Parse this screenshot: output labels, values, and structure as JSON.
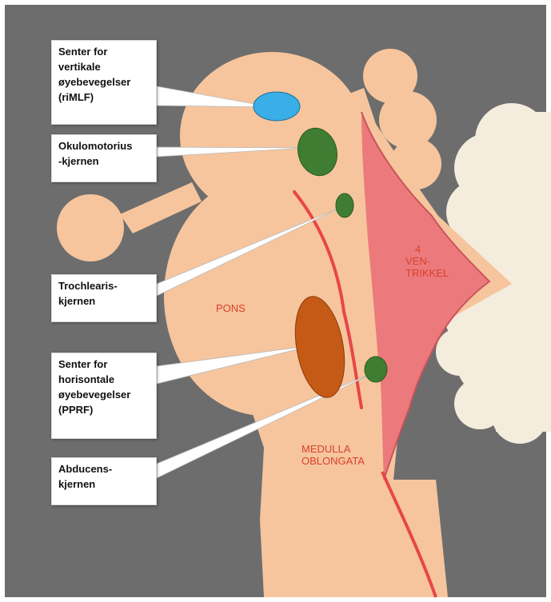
{
  "callouts": {
    "rimlf": [
      "Senter for",
      "vertikale",
      "øyebevegelser",
      "(riMLF)"
    ],
    "okulomotorius": [
      "Okulomotorius",
      "-kjernen"
    ],
    "trochlearis": [
      "Trochlearis-",
      "kjernen"
    ],
    "pprf": [
      "Senter for",
      "horisontale",
      "øyebevegelser",
      "(PPRF)"
    ],
    "abducens": [
      "Abducens-",
      "kjernen"
    ]
  },
  "regions": {
    "pons": "PONS",
    "medulla": [
      "MEDULLA",
      "OBLONGATA"
    ],
    "ventricle": [
      "4",
      "VEN-",
      "TRIKKEL"
    ]
  },
  "colors": {
    "background": "#6d6d6d",
    "brainstem": "#f6c59d",
    "ventricle": "#ec7a7c",
    "cerebellum": "#f4ecdc",
    "rimlf_nucleus": "#3aaee6",
    "green_nuclei": "#3f7d33",
    "pprf_nucleus": "#c55a16",
    "tract": "#e8454a",
    "label_text": "#d9402e"
  }
}
